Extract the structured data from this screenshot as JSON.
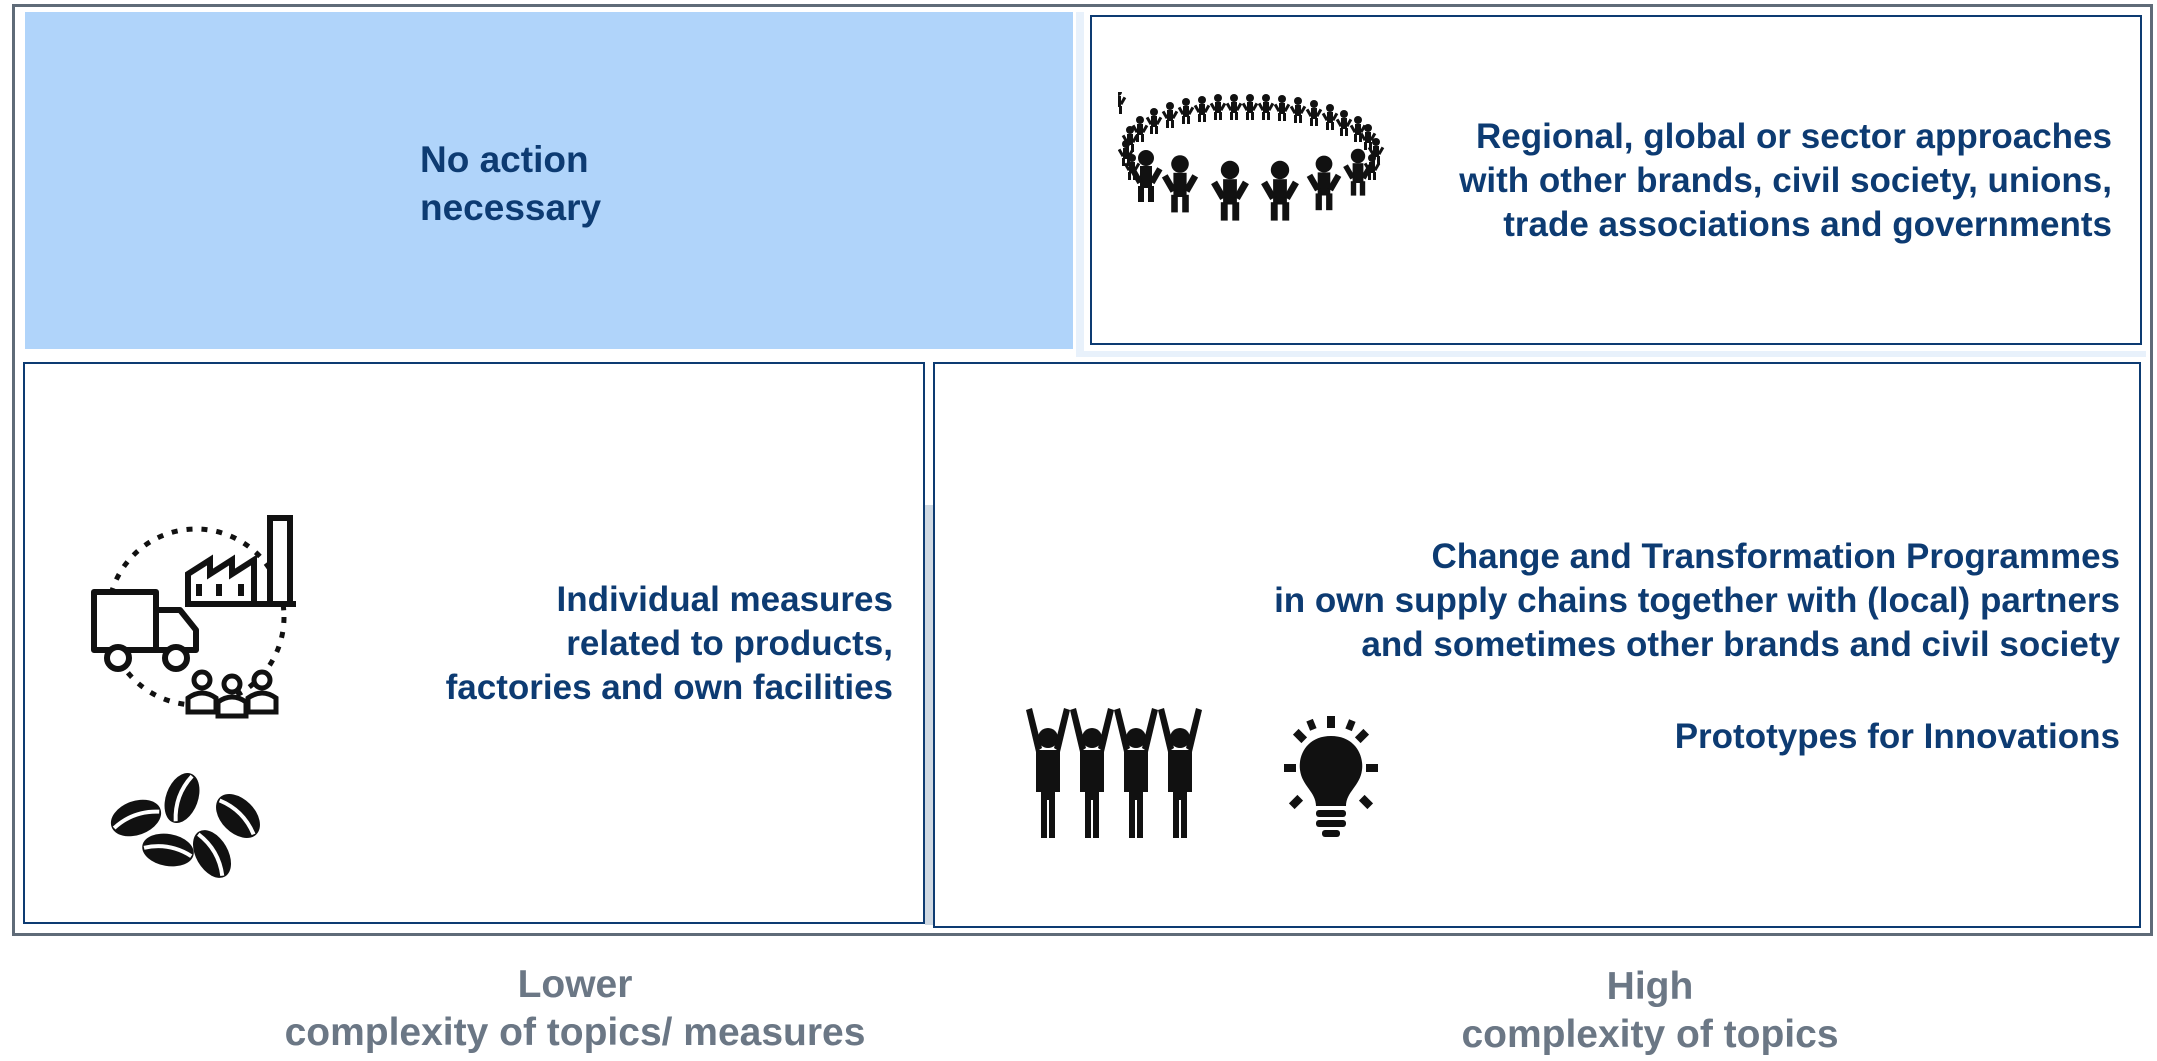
{
  "quadrants": {
    "top_left": {
      "text_line1": "No action",
      "text_line2": "necessary"
    },
    "top_right": {
      "line1": "Regional, global or sector approaches",
      "line2": "with other brands, civil society, unions,",
      "line3": "trade associations and governments",
      "icon": "circle-of-people-icon"
    },
    "bottom_left": {
      "line1": "Individual measures",
      "line2": "related to products,",
      "line3": "factories and own facilities",
      "icons": [
        "supply-chain-icon",
        "coffee-beans-icon"
      ]
    },
    "bottom_right": {
      "line1": "Change and Transformation Programmes",
      "line2": "in own supply chains together with (local) partners",
      "line3": "and sometimes other brands and civil society",
      "line4": "Prototypes for Innovations",
      "icons": [
        "people-raising-hands-icon",
        "lightbulb-icon"
      ]
    }
  },
  "axis": {
    "lower_title": "Lower",
    "lower_subtitle": "complexity of topics/ measures",
    "high_title": "High",
    "high_subtitle": "complexity of topics"
  },
  "colors": {
    "highlight_fill": "#b0d4fa",
    "text": "#0d3b72",
    "axis_text": "#6b7785",
    "border": "#0d3b72"
  }
}
